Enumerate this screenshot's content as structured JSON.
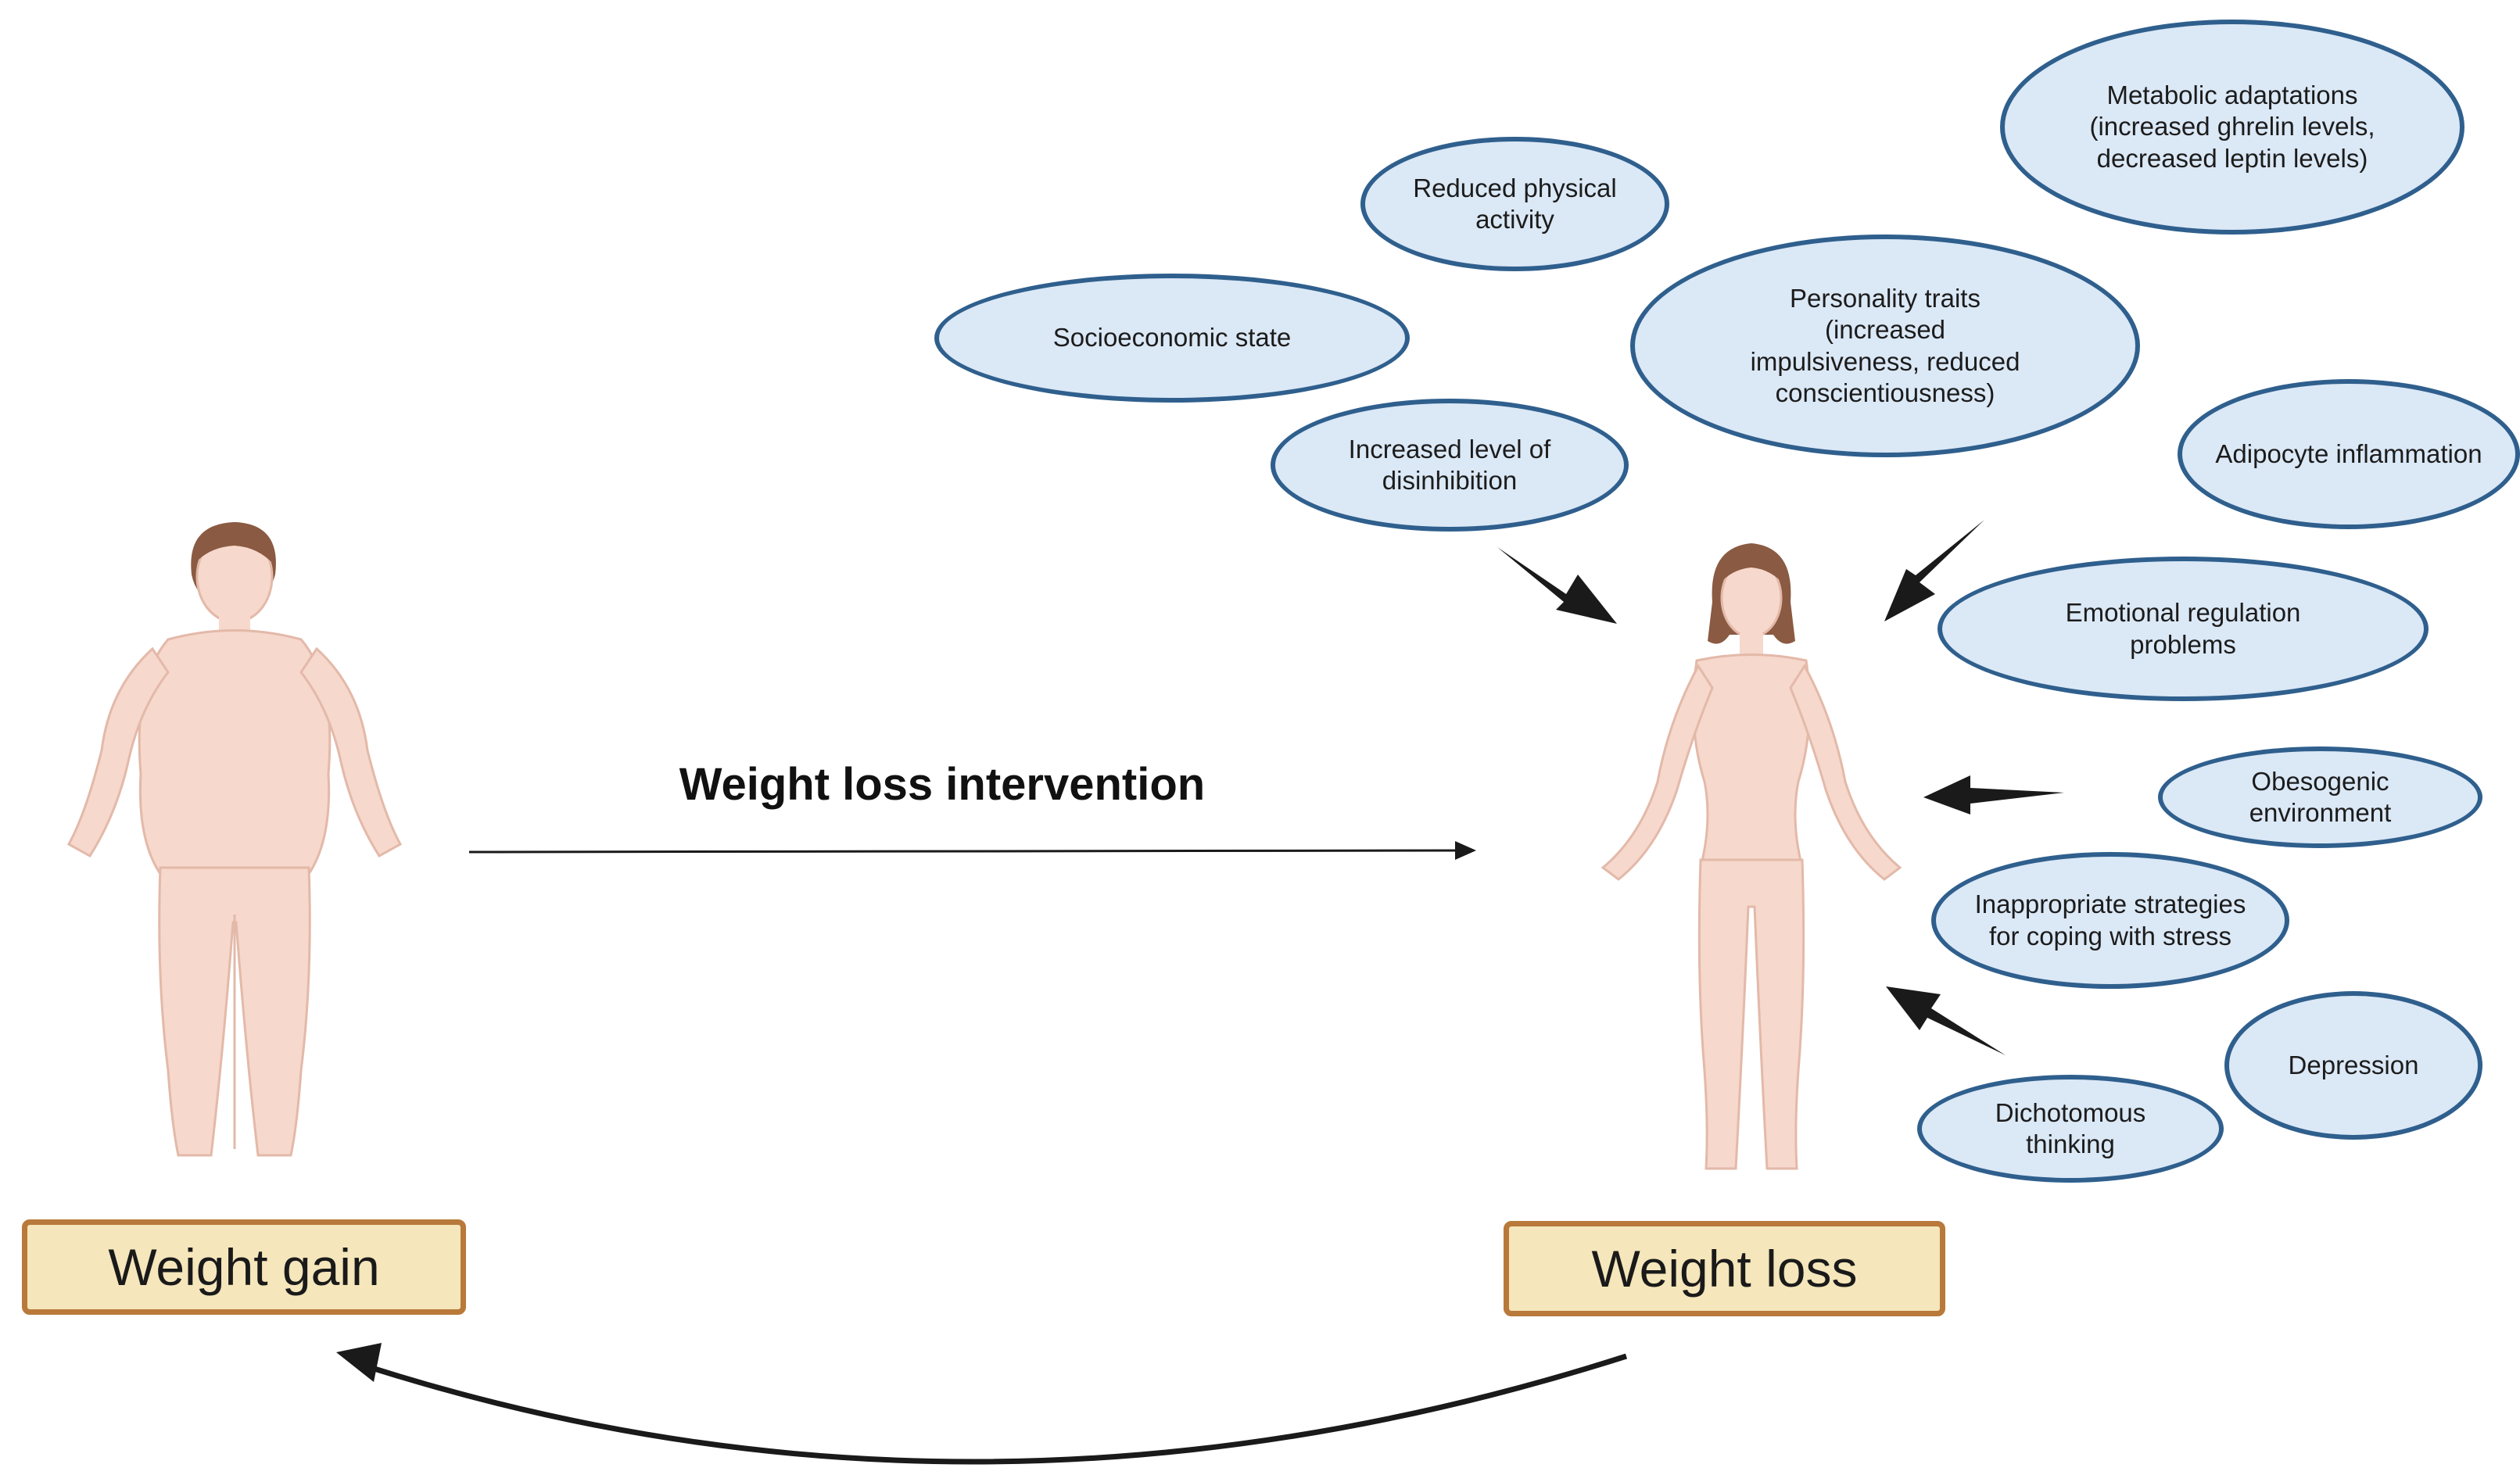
{
  "labels": {
    "weight_gain": "Weight gain",
    "weight_loss": "Weight loss",
    "intervention": "Weight loss intervention"
  },
  "factors": {
    "metabolic": "Metabolic adaptations\n(increased ghrelin levels,\ndecreased leptin levels)",
    "reduced_activity": "Reduced physical\nactivity",
    "socioeconomic": "Socioeconomic state",
    "personality": "Personality traits\n(increased\nimpulsiveness, reduced\nconscientiousness)",
    "disinhibition": "Increased level of\ndisinhibition",
    "adipocyte": "Adipocyte inflammation",
    "emotional": "Emotional regulation\nproblems",
    "obesogenic": "Obesogenic\nenvironment",
    "coping": "Inappropriate strategies\nfor coping with stress",
    "depression": "Depression",
    "dichotomous": "Dichotomous\nthinking"
  },
  "colors": {
    "ellipse_fill": "#dbe8f6",
    "ellipse_border": "#2f5f8d",
    "box_fill": "#f5e6bb",
    "box_border": "#b8793a",
    "skin": "#f6d8cc",
    "hair": "#8a5a42",
    "arrow": "#1a1a1a"
  }
}
